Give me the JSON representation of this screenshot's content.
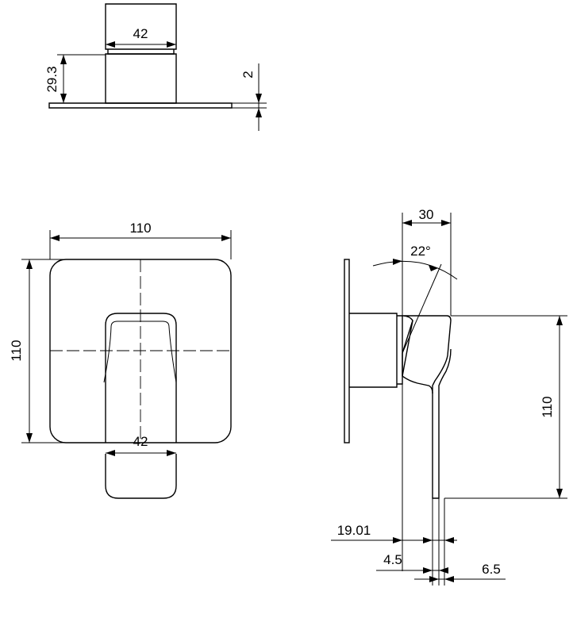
{
  "top_view": {
    "width_label": "42",
    "height_label": "29.3",
    "plate_label": "2"
  },
  "front_view": {
    "width_label": "110",
    "height_label": "110",
    "handle_label": "42"
  },
  "side_view": {
    "depth_label": "30",
    "angle_label": "22°",
    "height_label": "110",
    "offset_label": "19.01",
    "gap_label": "4.5",
    "thickness_label": "6.5"
  }
}
